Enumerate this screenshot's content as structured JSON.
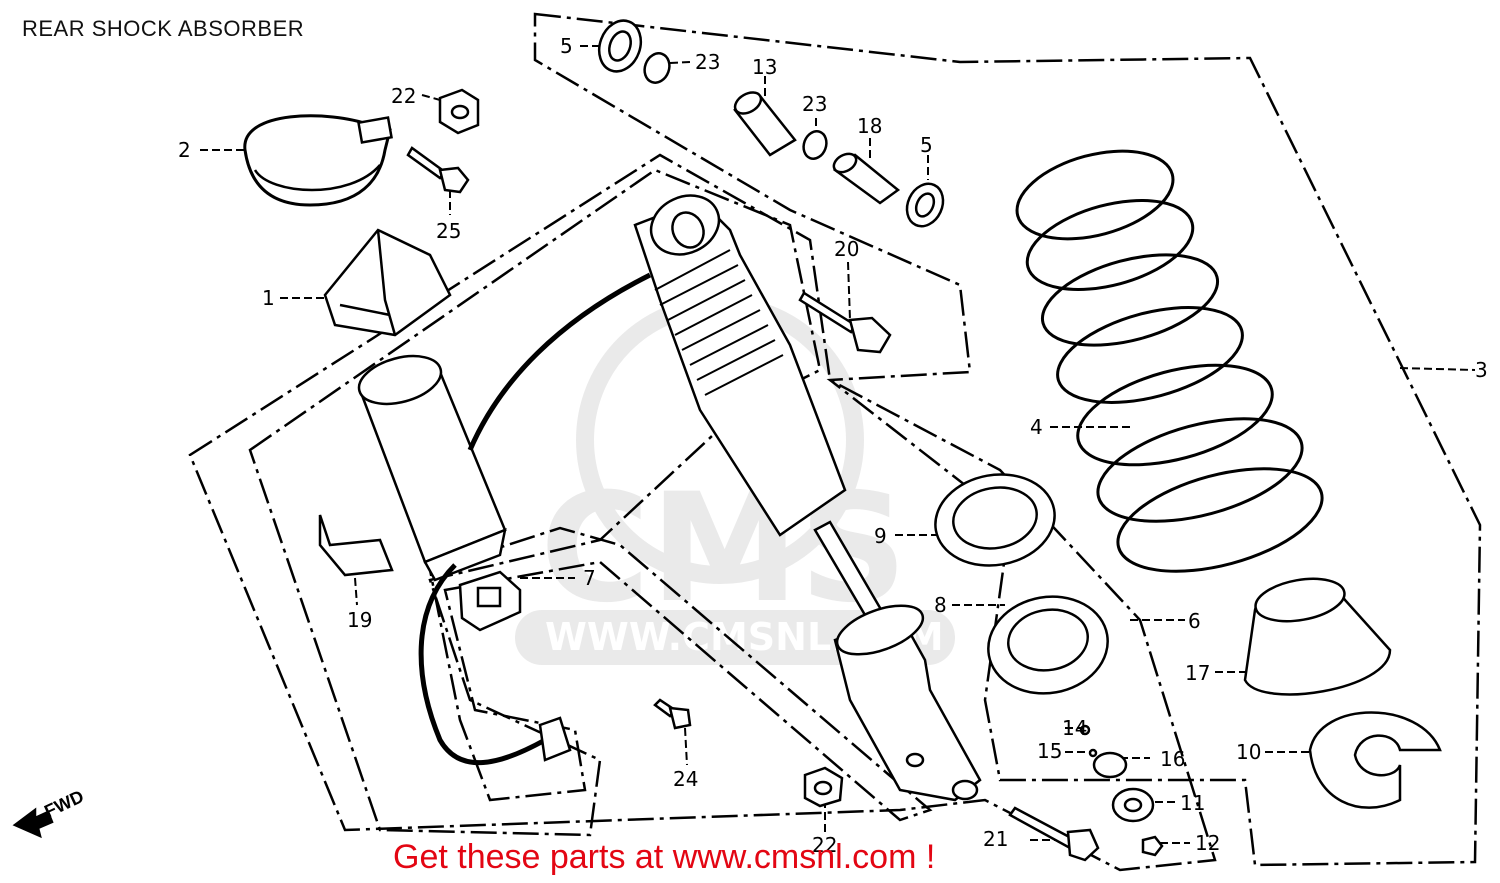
{
  "title": "REAR SHOCK ABSORBER",
  "cta_text": "Get these parts at www.cmsnl.com !",
  "watermark": {
    "logo_text": "CMS",
    "url_text": "WWW.CMSNL.COM"
  },
  "fwd_label": "FWD",
  "colors": {
    "cta": "#e30613",
    "line": "#000000",
    "watermark": "#d9d9d9"
  },
  "part_numbers": [
    "5",
    "23",
    "13",
    "23",
    "18",
    "5",
    "22",
    "2",
    "25",
    "20",
    "1",
    "3",
    "4",
    "9",
    "7",
    "19",
    "8",
    "6",
    "17",
    "14",
    "15",
    "16",
    "10",
    "24",
    "11",
    "22",
    "21",
    "12"
  ]
}
